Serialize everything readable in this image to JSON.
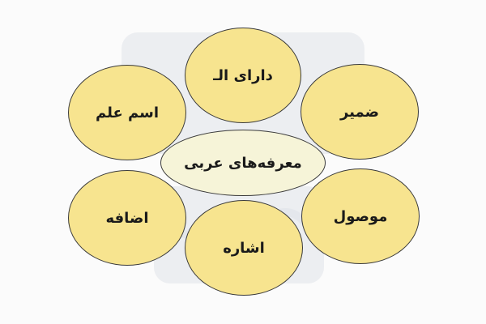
{
  "diagram": {
    "center": {
      "label": "معرفه‌های عربی"
    },
    "nodes": [
      {
        "id": "top",
        "label": "دارای الـ"
      },
      {
        "id": "top-right",
        "label": "ضمیر"
      },
      {
        "id": "bottom-right",
        "label": "موصول"
      },
      {
        "id": "bottom",
        "label": "اشاره"
      },
      {
        "id": "bottom-left",
        "label": "اضافه"
      },
      {
        "id": "top-left",
        "label": "اسم علم"
      }
    ]
  },
  "colors": {
    "node_fill": "#f7e48f",
    "center_fill": "#f6f4d8",
    "border": "#3a3a3a",
    "background": "#fbfbfb"
  }
}
